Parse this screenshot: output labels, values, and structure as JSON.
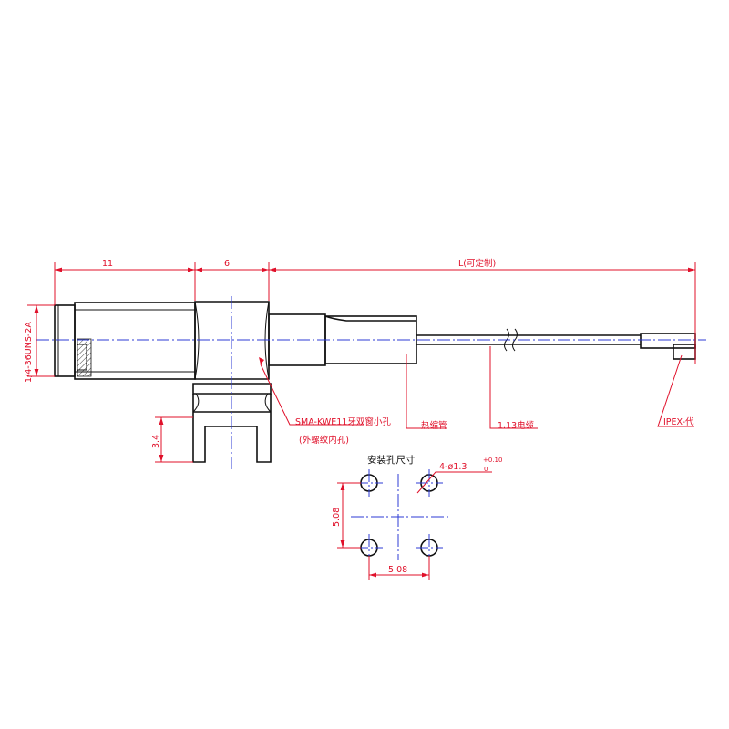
{
  "dimensions": {
    "front_length": "11",
    "body_width": "6",
    "cable_length": "L(可定制)",
    "thread_spec": "1/4-36UNS-2A",
    "pin_length": "3.4",
    "hole_pitch_v": "5.08",
    "hole_pitch_h": "5.08"
  },
  "callouts": {
    "connector_name": "SMA-KWE11牙双窗小孔",
    "connector_sub": "(外螺纹内孔)",
    "heat_shrink": "热缩管",
    "cable": "1.13电缆",
    "end_connector": "IPEX-代"
  },
  "mounting": {
    "title": "安装孔尺寸",
    "hole_spec_prefix": "4-ø1.3",
    "tol_upper": "+0.10",
    "tol_lower": "0"
  },
  "colors": {
    "outline": "#111111",
    "dimension": "#e0102a",
    "centerline": "#2c3bd6"
  }
}
